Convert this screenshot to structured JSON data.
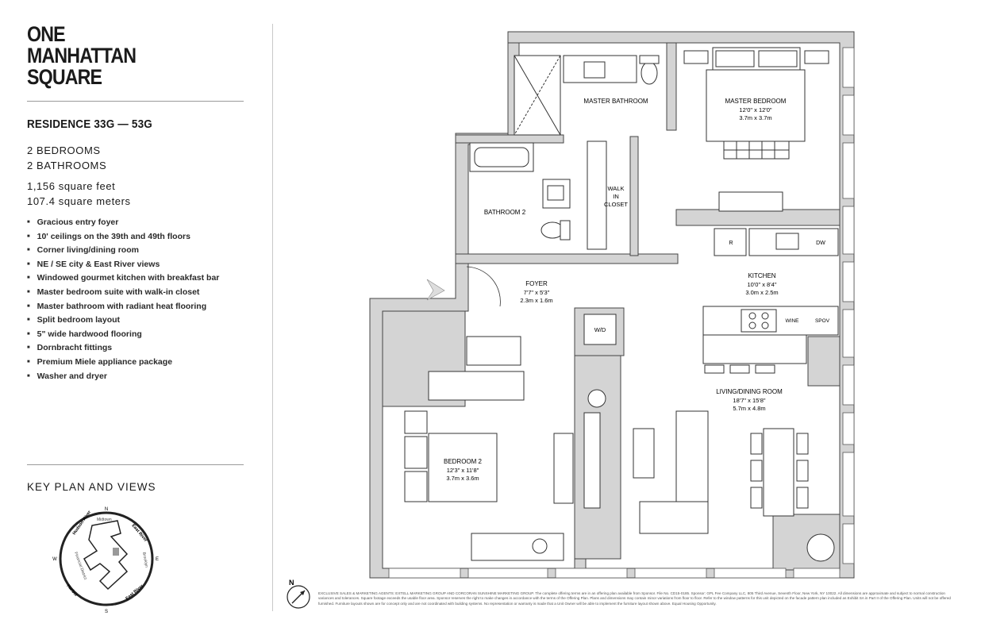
{
  "brand": {
    "line1": "ONE",
    "line2": "MANHATTAN",
    "line3": "SQUARE"
  },
  "residence": {
    "title": "RESIDENCE 33G — 53G"
  },
  "stats": {
    "bedrooms": "2 BEDROOMS",
    "bathrooms": "2 BATHROOMS",
    "area_ft": "1,156 square feet",
    "area_m": "107.4 square meters"
  },
  "features": [
    "Gracious entry foyer",
    "10' ceilings on the 39th and 49th floors",
    "Corner living/dining room",
    "NE / SE city & East River views",
    "Windowed gourmet kitchen with breakfast bar",
    "Master bedroom suite with walk-in closet",
    "Master bathroom with radiant heat flooring",
    "Split bedroom layout",
    "5\" wide hardwood flooring",
    "Dornbracht fittings",
    "Premium Miele appliance package",
    "Washer and dryer"
  ],
  "keyplan": {
    "title": "KEY PLAN AND VIEWS",
    "compass": {
      "n": "N",
      "s": "S",
      "e": "E",
      "w": "W"
    },
    "arc_labels": {
      "hudson": "Hudson River",
      "midtown": "Midtown",
      "east_river_top": "East River",
      "brooklyn": "Brooklyn",
      "east_river_bottom": "East River",
      "harbor": "Harbor",
      "financial": "Financial District"
    }
  },
  "rooms": {
    "master_bathroom": "MASTER BATHROOM",
    "master_bedroom": {
      "name": "MASTER BEDROOM",
      "ft": "12'0\" x 12'0\"",
      "m": "3.7m x 3.7m"
    },
    "walk_in_closet": {
      "l1": "WALK",
      "l2": "IN",
      "l3": "CLOSET"
    },
    "bathroom2": "BATHROOM 2",
    "foyer": {
      "name": "FOYER",
      "ft": "7'7\" x 5'3\"",
      "m": "2.3m x 1.6m"
    },
    "kitchen": {
      "name": "KITCHEN",
      "ft": "10'0\" x 8'4\"",
      "m": "3.0m x 2.5m"
    },
    "living": {
      "name": "LIVING/DINING ROOM",
      "ft": "18'7\" x 15'8\"",
      "m": "5.7m x 4.8m"
    },
    "bedroom2": {
      "name": "BEDROOM 2",
      "ft": "12'3\" x 11'8\"",
      "m": "3.7m x 3.6m"
    },
    "wd": "W/D",
    "fridge": "R",
    "dw": "DW",
    "wine": "WINE",
    "spov": "SPOV"
  },
  "north_label": "N",
  "disclaimer": "EXCLUSIVE SALES & MARKETING AGENTS: EXTELL MARKETING GROUP AND CORCORAN SUNSHINE MARKETING GROUP. The complete offering terms are in an offering plan available from Sponsor. File No. CD15-0185. Sponsor: GPL Fee Company LLC, 805 Third Avenue, Seventh Floor, New York, NY 10022. All dimensions are approximate and subject to normal construction variances and tolerances. Square footage exceeds the usable floor area. Sponsor reserves the right to make changes in accordance with the terms of the Offering Plan. Plans and dimensions may contain minor variations from floor to floor. Refer to the window patterns for this unit depicted on the facade pattern plan included as Exhibit SA in Part II of the Offering Plan. Units will not be offered furnished. Furniture layouts shown are for concept only and are not coordinated with building systems. No representation or warranty is made that a Unit Owner will be able to implement the furniture layout shown above. Equal Housing Opportunity."
}
